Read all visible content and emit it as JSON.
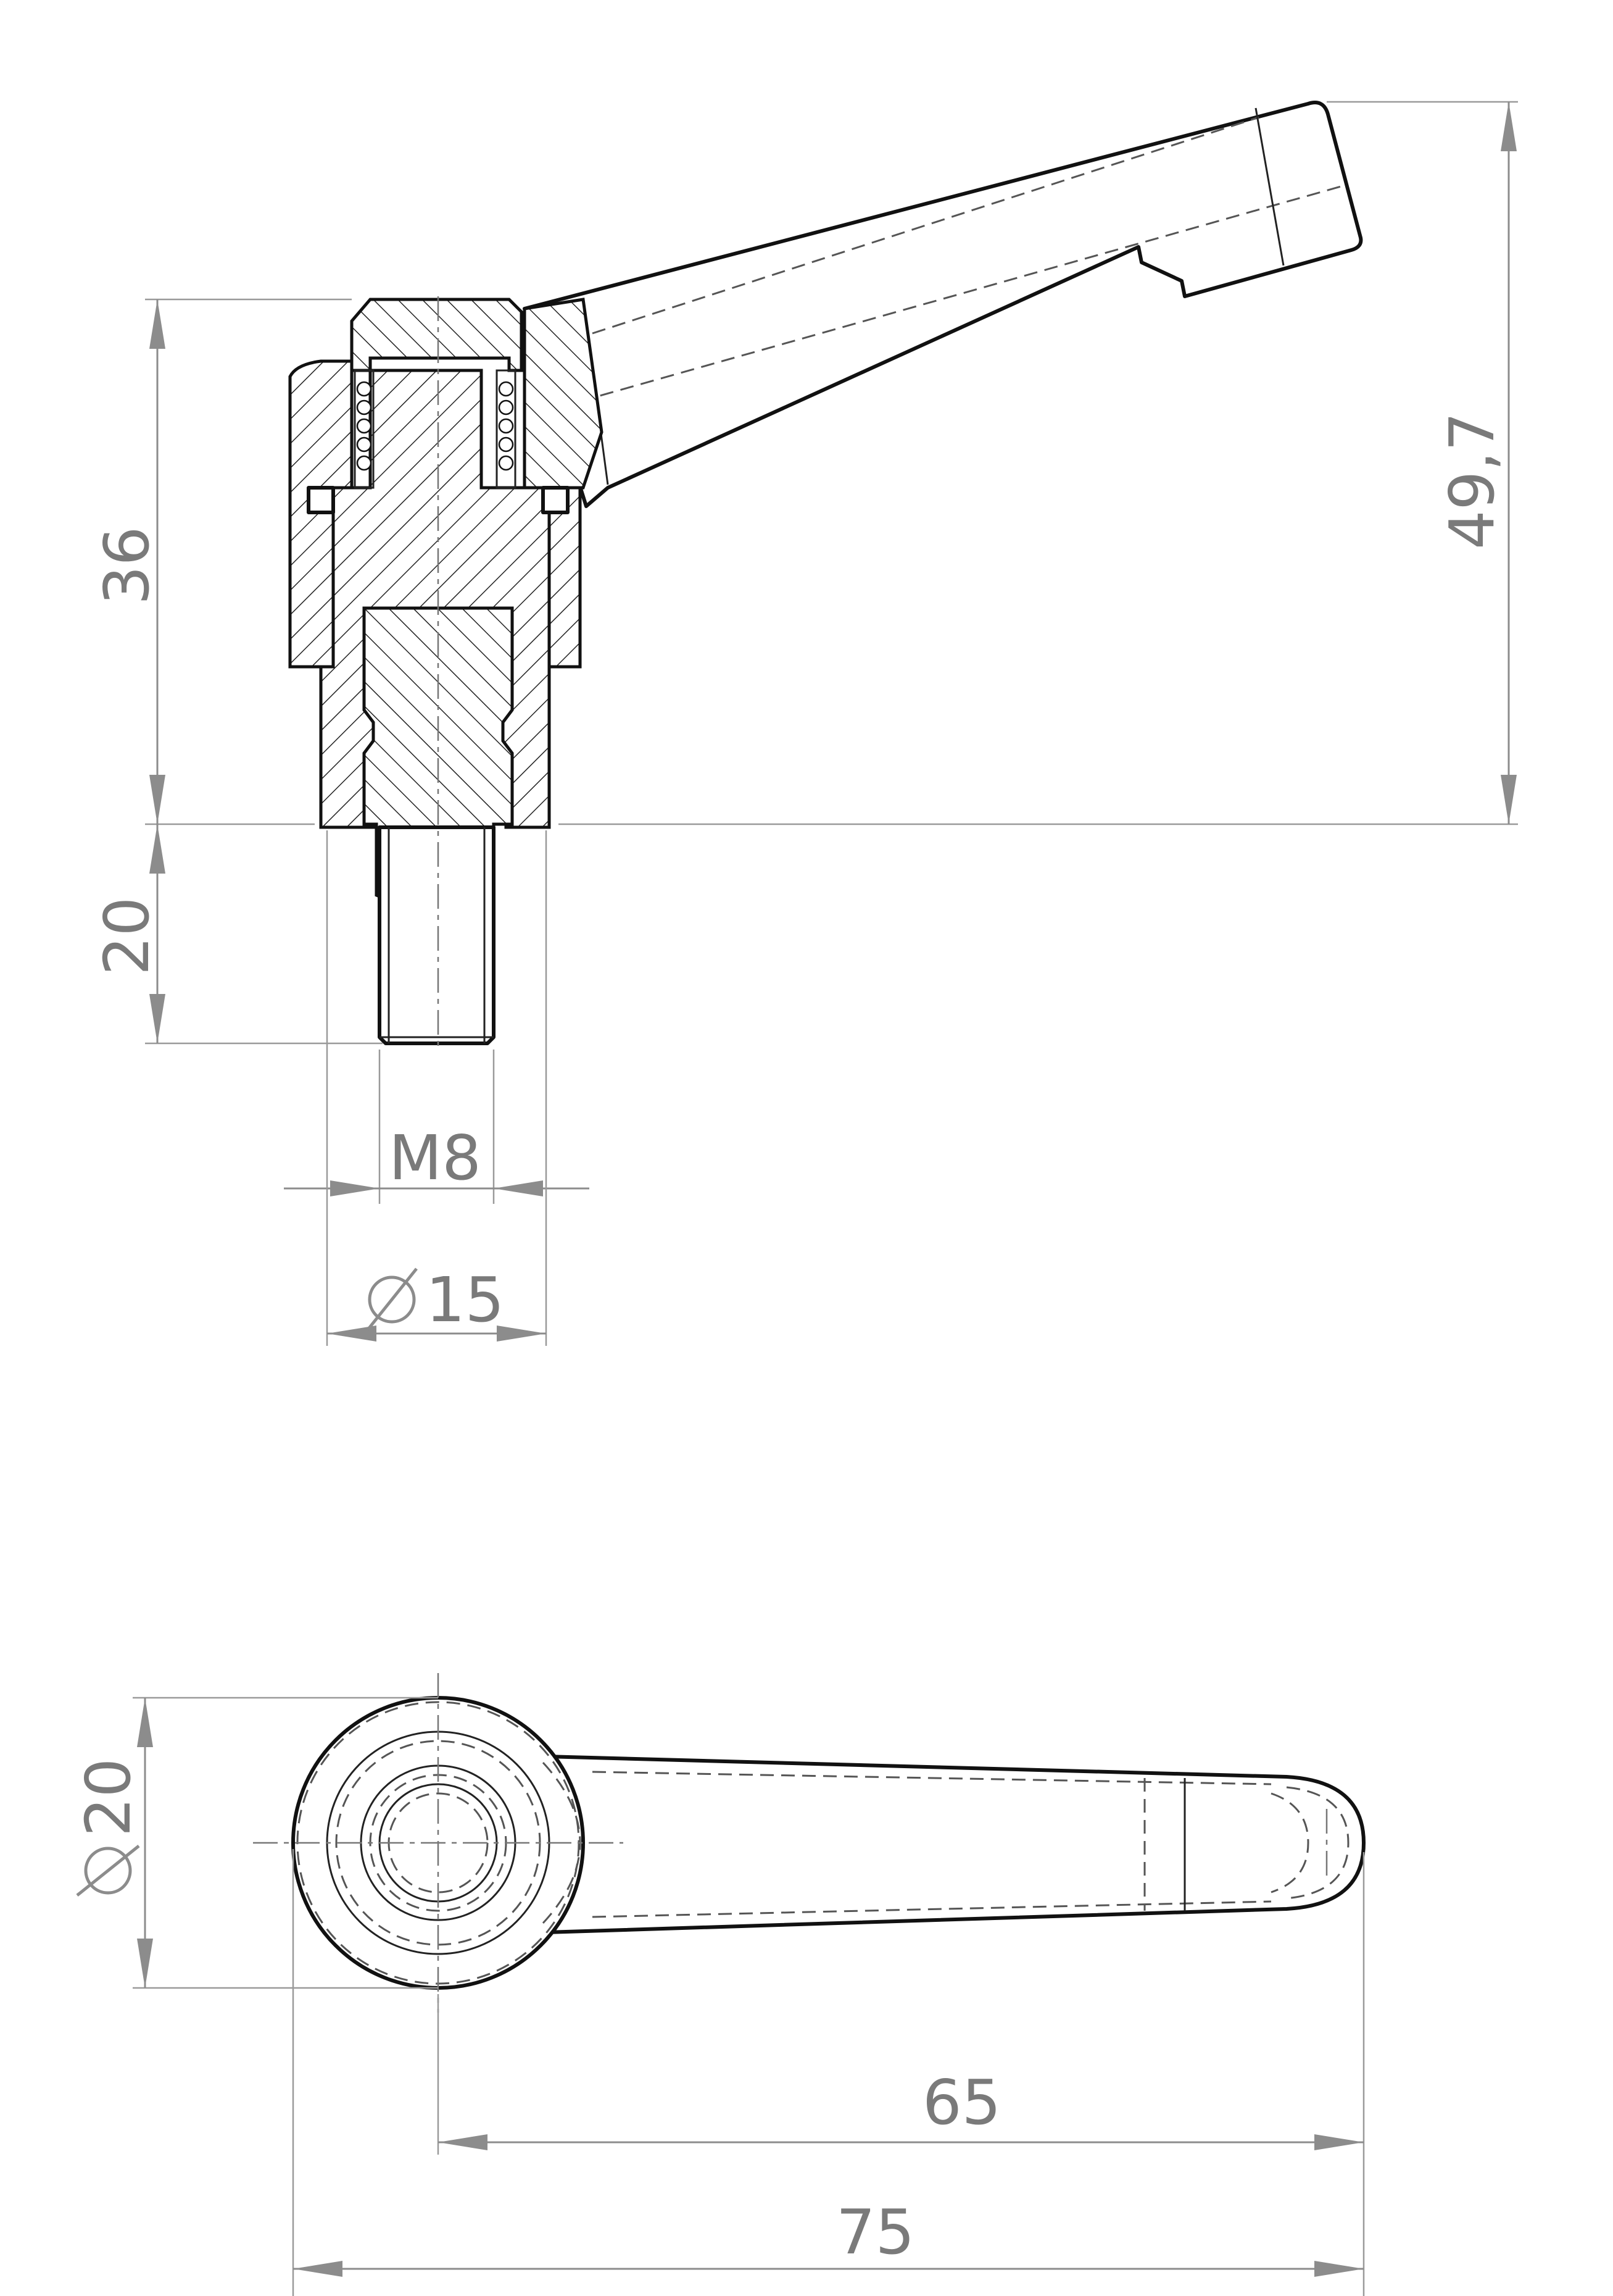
{
  "dimensions": {
    "overall_height": "49,7",
    "body_height": "36",
    "thread_length": "20",
    "thread_size": "M8",
    "shank_diameter": "15",
    "head_diameter": "20",
    "lever_length": "65",
    "overall_length": "75"
  },
  "colors": {
    "dimension": "#8c8c8c",
    "outline": "#111111"
  }
}
